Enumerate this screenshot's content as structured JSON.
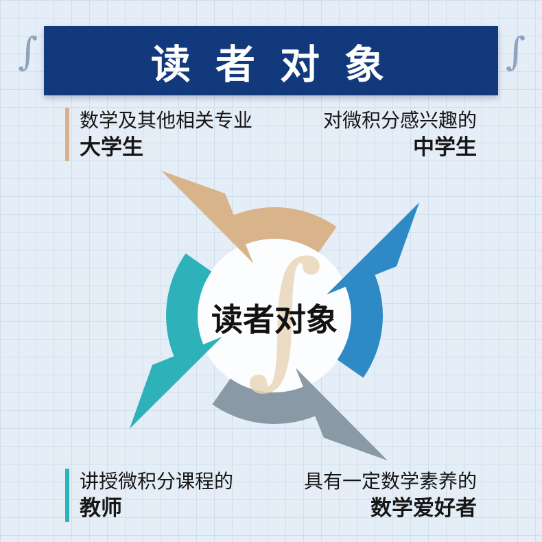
{
  "page": {
    "bg_color": "#e5eef7",
    "grid_color": "#cfdfee"
  },
  "header": {
    "title": "读 者 对 象",
    "bg_color": "#12397c",
    "text_color": "#ffffff"
  },
  "decorations": {
    "integral_symbol": "∫",
    "corner_color": "#8fa3bf",
    "center_color": "#e9d5b5"
  },
  "diagram": {
    "center_label": "读者对象",
    "inner_circle_color": "#fcfdff",
    "arrows": [
      {
        "name": "top-arrow-to-upper-left",
        "color": "#d9b48a"
      },
      {
        "name": "right-arrow-to-upper-right",
        "color": "#2e8ac4"
      },
      {
        "name": "bottom-arrow-to-lower-right",
        "color": "#8999a6"
      },
      {
        "name": "left-arrow-to-lower-left",
        "color": "#2eb2ba"
      }
    ]
  },
  "audiences": [
    {
      "position": "top-left",
      "line1": "数学及其他相关专业",
      "line2": "大学生",
      "accent_color": "#d6b28a"
    },
    {
      "position": "top-right",
      "line1": "对微积分感兴趣的",
      "line2": "中学生"
    },
    {
      "position": "bottom-left",
      "line1": "讲授微积分课程的",
      "line2": "教师",
      "accent_color": "#2eb2ba"
    },
    {
      "position": "bottom-right",
      "line1": "具有一定数学素养的",
      "line2": "数学爱好者"
    }
  ]
}
